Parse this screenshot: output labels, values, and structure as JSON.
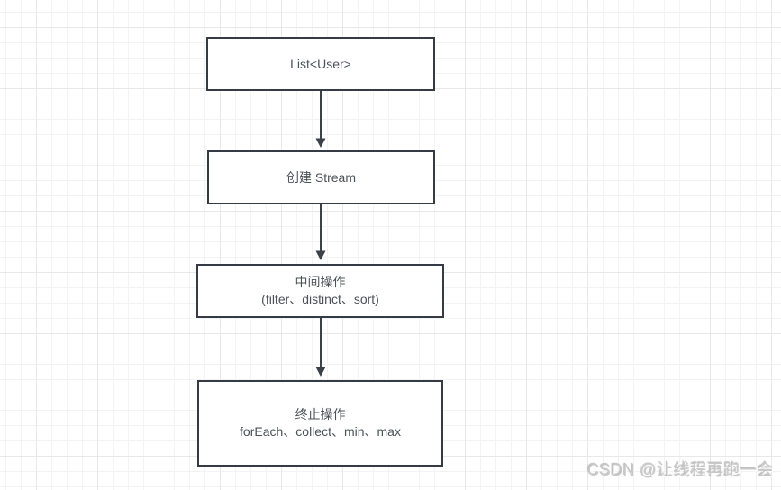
{
  "diagram": {
    "nodes": [
      {
        "id": "list-user",
        "lines": [
          "List<User>"
        ]
      },
      {
        "id": "create-stream",
        "lines": [
          "创建 Stream"
        ]
      },
      {
        "id": "intermediate-ops",
        "lines": [
          "中间操作",
          "(filter、distinct、sort)"
        ]
      },
      {
        "id": "terminal-ops",
        "lines": [
          "终止操作",
          "forEach、collect、min、max"
        ]
      }
    ],
    "edges": [
      {
        "from": "list-user",
        "to": "create-stream"
      },
      {
        "from": "create-stream",
        "to": "intermediate-ops"
      },
      {
        "from": "intermediate-ops",
        "to": "terminal-ops"
      }
    ],
    "colors": {
      "node_border": "#343b44",
      "node_fill": "#ffffff",
      "node_text": "#4c5158",
      "arrow": "#3a4149",
      "grid_minor": "#f3f3f3",
      "grid_major": "#e8e8e8",
      "background": "#ffffff",
      "watermark_text": "#c8c8c8"
    }
  },
  "watermark": {
    "text": "CSDN @让线程再跑一会"
  }
}
